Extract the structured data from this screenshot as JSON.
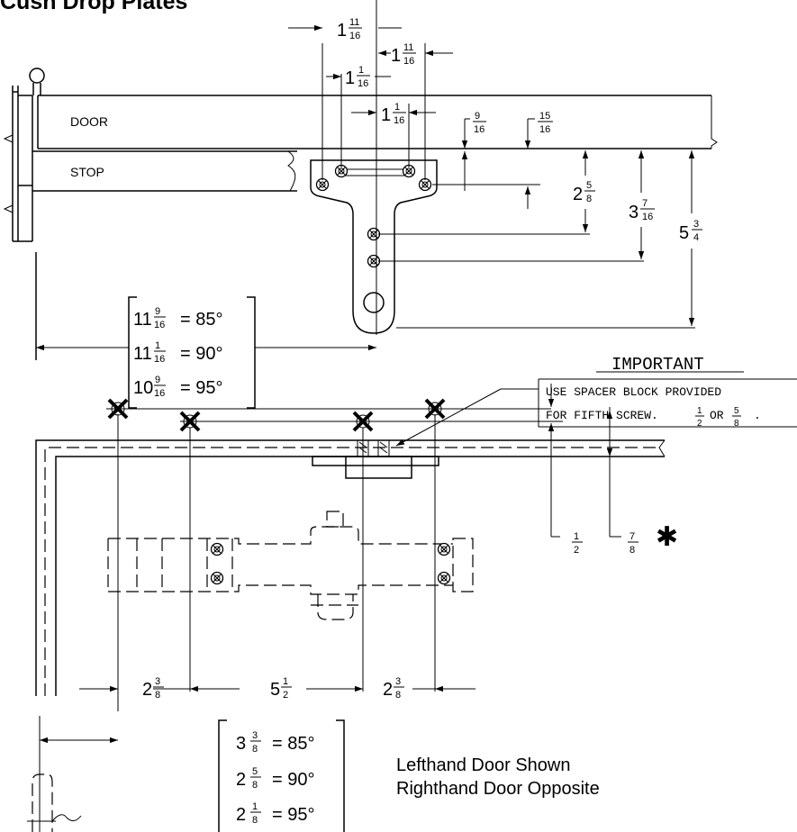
{
  "title": "Cush Drop Plates",
  "labels": {
    "door": "DOOR",
    "stop": "STOP",
    "important_heading": "IMPORTANT",
    "important_line1": "USE SPACER BLOCK PROVIDED",
    "important_line2_a": "FOR FIFTH SCREW.",
    "important_line2_or": "OR",
    "asterisk": "✱"
  },
  "dims": {
    "top_a": {
      "whole": "1",
      "num": "11",
      "den": "16"
    },
    "top_b": {
      "whole": "1",
      "num": "11",
      "den": "16"
    },
    "top_c": {
      "whole": "1",
      "num": "1",
      "den": "16"
    },
    "top_d": {
      "whole": "1",
      "num": "1",
      "den": "16"
    },
    "nine16": {
      "num": "9",
      "den": "16"
    },
    "fifteen16": {
      "num": "15",
      "den": "16"
    },
    "two58": {
      "whole": "2",
      "num": "5",
      "den": "8"
    },
    "three716": {
      "whole": "3",
      "num": "7",
      "den": "16"
    },
    "five34": {
      "whole": "5",
      "num": "3",
      "den": "4"
    },
    "half_top": {
      "num": "1",
      "den": "2"
    },
    "fiveeighth_top": {
      "num": "5",
      "den": "8"
    },
    "half_side": {
      "num": "1",
      "den": "2"
    },
    "seveneighth": {
      "num": "7",
      "den": "8"
    },
    "b_left": {
      "whole": "2",
      "num": "3",
      "den": "8"
    },
    "b_mid": {
      "whole": "5",
      "num": "1",
      "den": "2"
    },
    "b_right": {
      "whole": "2",
      "num": "3",
      "den": "8"
    }
  },
  "table_top": [
    {
      "whole": "11",
      "num": "9",
      "den": "16",
      "angle": "= 85°"
    },
    {
      "whole": "11",
      "num": "1",
      "den": "16",
      "angle": "= 90°"
    },
    {
      "whole": "10",
      "num": "9",
      "den": "16",
      "angle": "= 95°"
    }
  ],
  "table_bottom": [
    {
      "whole": "3",
      "num": "3",
      "den": "8",
      "angle": "= 85°"
    },
    {
      "whole": "2",
      "num": "5",
      "den": "8",
      "angle": "= 90°"
    },
    {
      "whole": "2",
      "num": "1",
      "den": "8",
      "angle": "= 95°"
    }
  ],
  "notes": {
    "line1": "Lefthand Door Shown",
    "line2": "Righthand Door Opposite"
  }
}
